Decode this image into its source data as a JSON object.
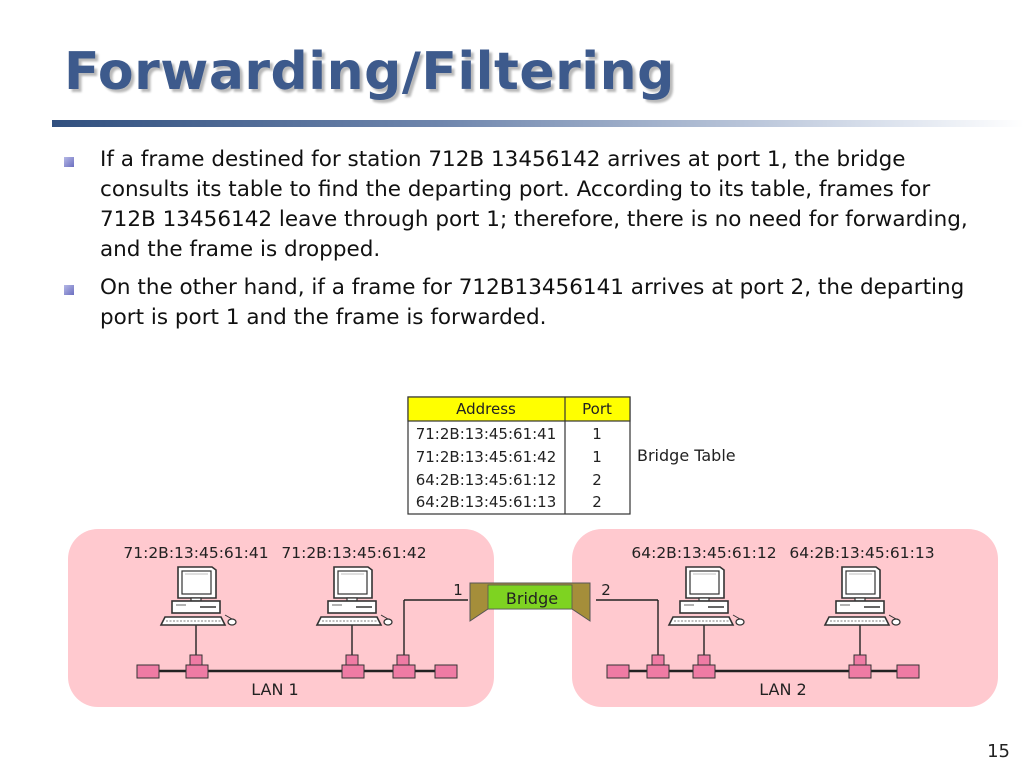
{
  "slide": {
    "title": "Forwarding/Filtering",
    "bullets": [
      "If a  frame destined for station 712B 13456142 arrives at port 1, the bridge consults its table to find the departing port. According to its table, frames for 712B 13456142 leave through port 1; therefore, there is no need for forwarding, and the frame is dropped.",
      "On the other hand, if a frame for 712B13456141 arrives at port 2, the departing port is port 1  and the frame is forwarded."
    ],
    "page_number": "15"
  },
  "bridge_table": {
    "caption": "Bridge Table",
    "headers": [
      "Address",
      "Port"
    ],
    "rows": [
      {
        "address": "71:2B:13:45:61:41",
        "port": "1"
      },
      {
        "address": "71:2B:13:45:61:42",
        "port": "1"
      },
      {
        "address": "64:2B:13:45:61:12",
        "port": "2"
      },
      {
        "address": "64:2B:13:45:61:13",
        "port": "2"
      }
    ]
  },
  "diagram": {
    "lan1": {
      "label": "LAN 1",
      "station_a": "71:2B:13:45:61:41",
      "station_b": "71:2B:13:45:61:42"
    },
    "lan2": {
      "label": "LAN 2",
      "station_a": "64:2B:13:45:61:12",
      "station_b": "64:2B:13:45:61:13"
    },
    "bridge": {
      "label": "Bridge",
      "port_left": "1",
      "port_right": "2"
    }
  },
  "colors": {
    "title": "#3d5a8c",
    "table_header": "#ffff00",
    "lan_background": "#ffc9cf",
    "tap": "#ef7ba4",
    "bridge_fill": "#7ed321",
    "bridge_wing": "#a58e3a"
  }
}
